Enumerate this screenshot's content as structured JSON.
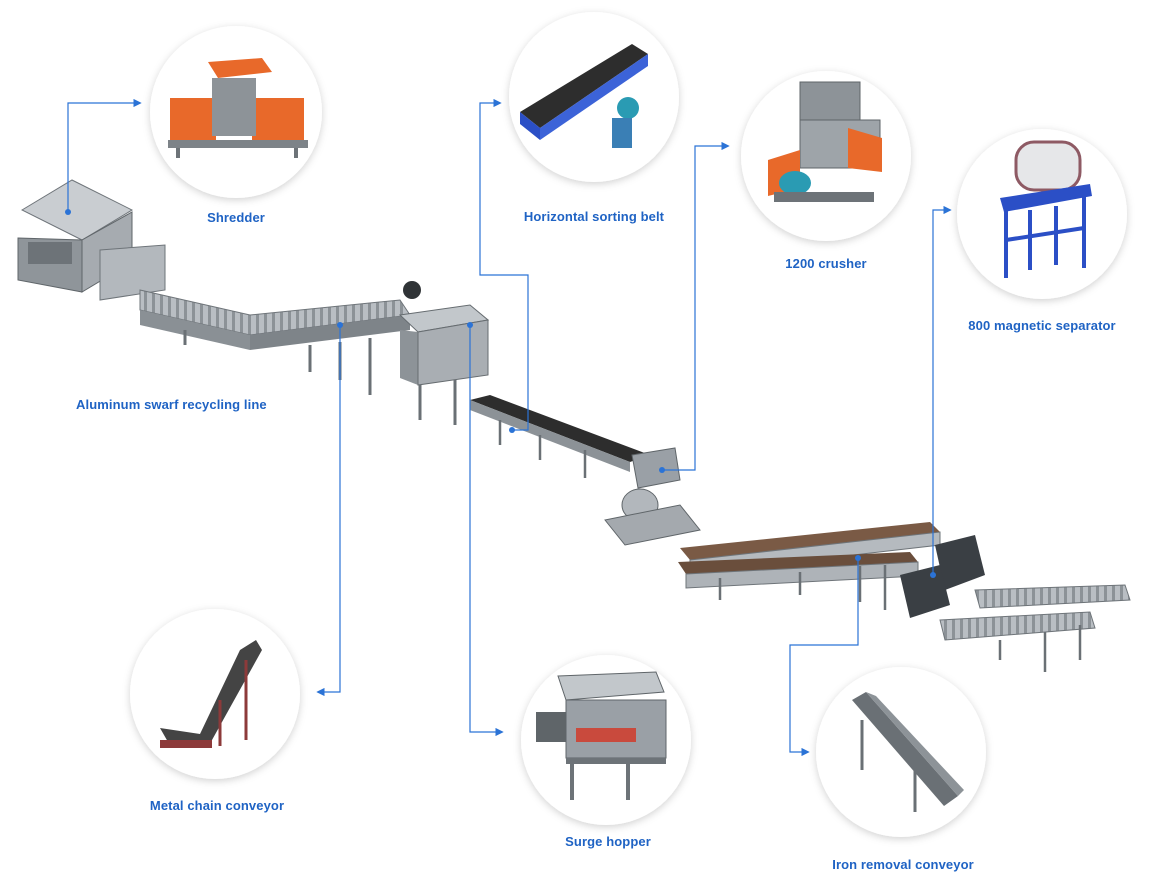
{
  "colors": {
    "accent": "#2b73d6",
    "label": "#1f63c4",
    "machine_grey": "#9aa0a6",
    "shredder_orange": "#e8692a",
    "separator_blue": "#2b4fc6",
    "belt_dark": "#2d2d2d"
  },
  "main_label": "Aluminum swarf recycling line",
  "components": [
    {
      "id": "shredder",
      "label": "Shredder",
      "icon": "shredder-machine-icon"
    },
    {
      "id": "horizontal-sorting-belt",
      "label": "Horizontal sorting belt",
      "icon": "sorting-belt-icon"
    },
    {
      "id": "crusher",
      "label": "1200 crusher",
      "icon": "crusher-machine-icon"
    },
    {
      "id": "magnetic-separator",
      "label": "800 magnetic separator",
      "icon": "magnetic-separator-icon"
    },
    {
      "id": "metal-chain-conveyor",
      "label": "Metal chain conveyor",
      "icon": "chain-conveyor-icon"
    },
    {
      "id": "surge-hopper",
      "label": "Surge hopper",
      "icon": "surge-hopper-icon"
    },
    {
      "id": "iron-removal-conveyor",
      "label": "Iron removal conveyor",
      "icon": "iron-removal-conveyor-icon"
    }
  ]
}
